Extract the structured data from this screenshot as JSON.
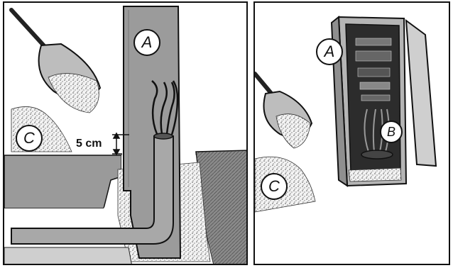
{
  "left_panel": {
    "callout_a": "A",
    "callout_c": "C",
    "dimension_label": "5 cm"
  },
  "right_panel": {
    "callout_a": "A",
    "callout_b": "B",
    "callout_c": "C"
  }
}
